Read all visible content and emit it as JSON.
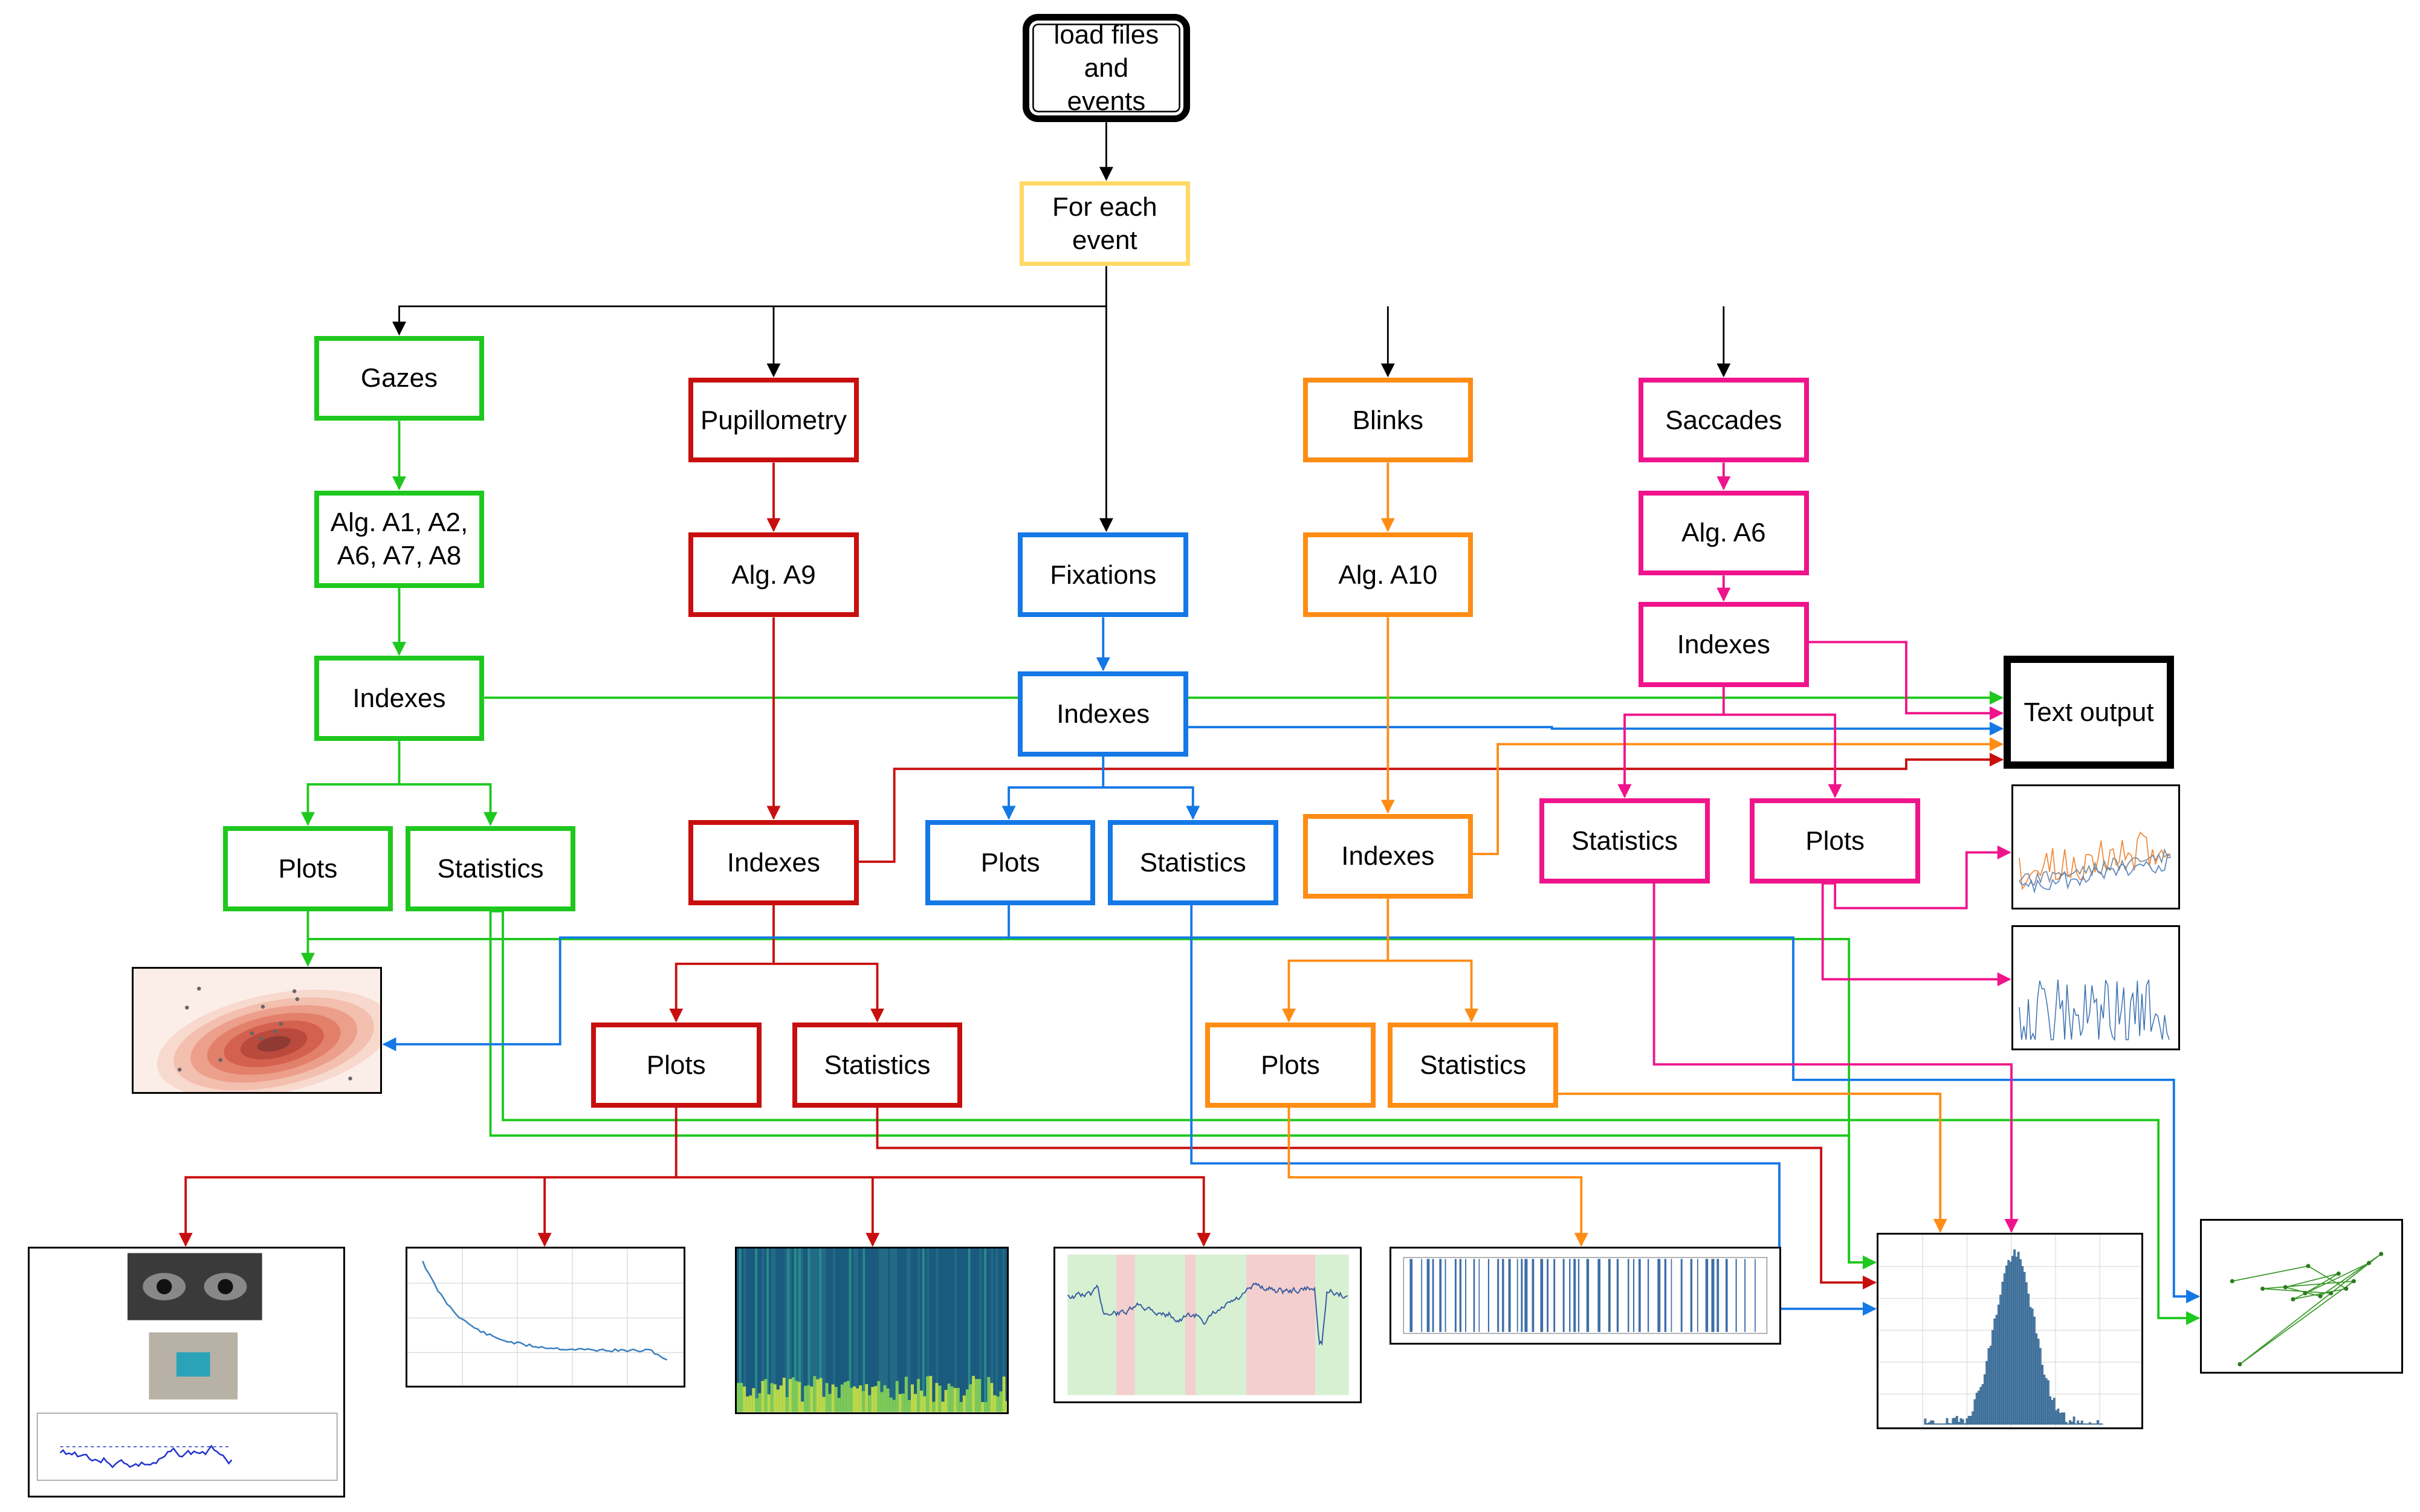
{
  "colors": {
    "black": "#000000",
    "yellow": "#ffd966",
    "green": "#1ec81e",
    "red": "#c80f0f",
    "blue": "#1478e6",
    "orange": "#ff8c14",
    "pink": "#f0148c"
  },
  "nodes": {
    "load": "load files and\nevents",
    "for_each": "For each\nevent",
    "gazes": "Gazes",
    "pupillometry": "Pupillometry",
    "fixations": "Fixations",
    "blinks": "Blinks",
    "saccades": "Saccades",
    "alg_gaze": "Alg. A1, A2,\nA6, A7, A8",
    "alg_a9": "Alg. A9",
    "alg_a10": "Alg. A10",
    "alg_a6": "Alg. A6",
    "indexes": "Indexes",
    "plots": "Plots",
    "statistics": "Statistics",
    "text_output": "Text output"
  },
  "thumbnails": [
    {
      "name": "gaze-heatmap-thumbnail"
    },
    {
      "name": "pupil-video-plot-thumbnail"
    },
    {
      "name": "pupil-line-plot-thumbnail"
    },
    {
      "name": "spectrogram-thumbnail"
    },
    {
      "name": "pupil-segments-plot-thumbnail"
    },
    {
      "name": "blink-barcode-thumbnail"
    },
    {
      "name": "histogram-thumbnail"
    },
    {
      "name": "scanpath-thumbnail"
    },
    {
      "name": "saccade-multi-line-thumbnail"
    },
    {
      "name": "saccade-line-thumbnail"
    }
  ]
}
